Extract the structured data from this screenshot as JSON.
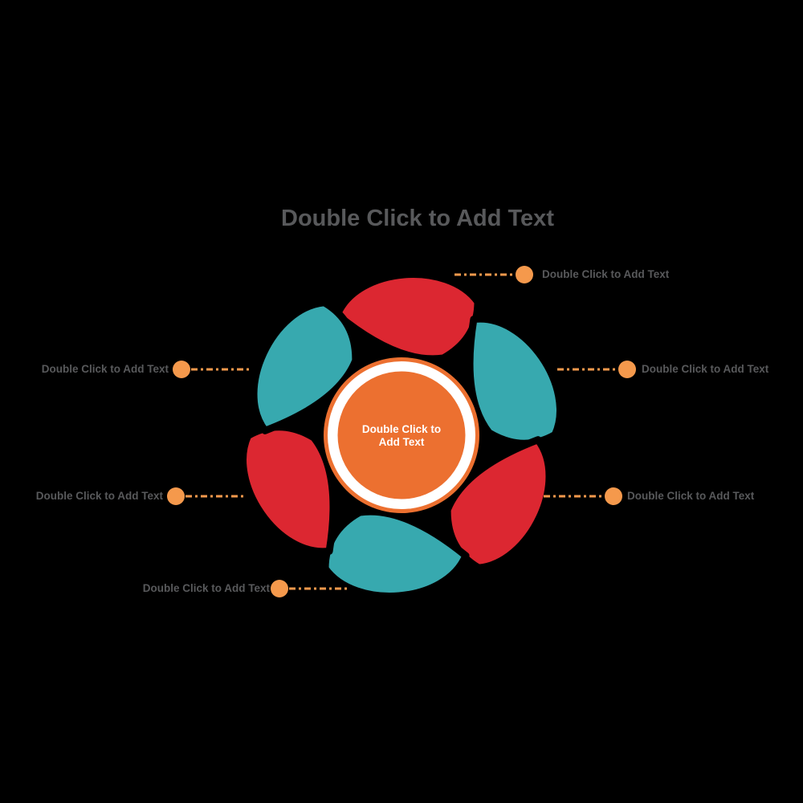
{
  "title": "Double Click to Add Text",
  "center_circle": {
    "line1": "Double Click to",
    "line2": "Add Text"
  },
  "callouts": [
    {
      "id": "top-right",
      "label": "Double Click to Add Text"
    },
    {
      "id": "right",
      "label": "Double Click to Add Text"
    },
    {
      "id": "bottom-right",
      "label": "Double Click to Add Text"
    },
    {
      "id": "left",
      "label": "Double Click to Add Text"
    },
    {
      "id": "bottom-left",
      "label": "Double Click to Add Text"
    },
    {
      "id": "bottom",
      "label": "Double Click to Add Text"
    }
  ],
  "petals": [
    {
      "position": "top",
      "color_name": "red"
    },
    {
      "position": "top-right",
      "color_name": "teal"
    },
    {
      "position": "bottom-right",
      "color_name": "red"
    },
    {
      "position": "bottom",
      "color_name": "teal"
    },
    {
      "position": "bottom-left",
      "color_name": "red"
    },
    {
      "position": "top-left",
      "color_name": "teal"
    }
  ],
  "colors": {
    "red": "#DC2731",
    "teal": "#37A9AF",
    "orange": "#EC7030",
    "ring_white": "#FFFFFF",
    "accent_orange": "#F5994C",
    "label_gray": "#58595B",
    "center_text": "#FFFFFF",
    "background": "#000000"
  }
}
